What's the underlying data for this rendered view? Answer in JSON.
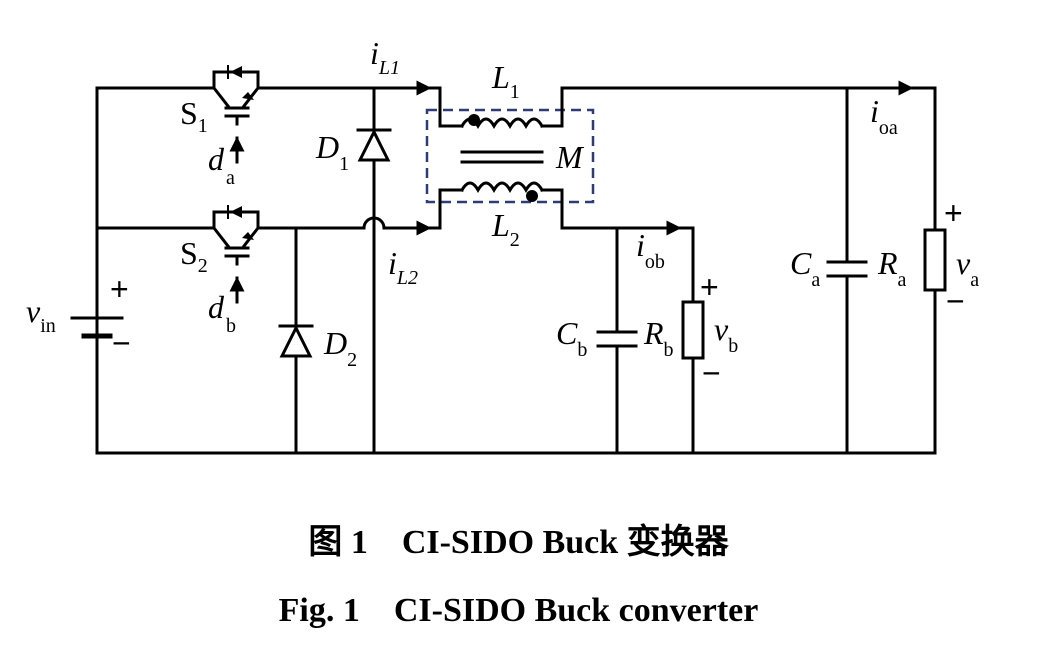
{
  "labels": {
    "s1": "S",
    "s1_sub": "1",
    "s2": "S",
    "s2_sub": "2",
    "da": "d",
    "da_sub": "a",
    "db": "d",
    "db_sub": "b",
    "d1": "D",
    "d1_sub": "1",
    "d2": "D",
    "d2_sub": "2",
    "vin": "v",
    "vin_sub": "in",
    "vin_plus": "+",
    "vin_minus": "−",
    "il1": "i",
    "il1_sub": "L1",
    "il2": "i",
    "il2_sub": "L2",
    "l1": "L",
    "l1_sub": "1",
    "l2": "L",
    "l2_sub": "2",
    "m": "M",
    "ioa": "i",
    "ioa_sub": "oa",
    "iob": "i",
    "iob_sub": "ob",
    "cb": "C",
    "cb_sub": "b",
    "rb": "R",
    "rb_sub": "b",
    "vb": "v",
    "vb_sub": "b",
    "vb_plus": "+",
    "vb_minus": "−",
    "ca": "C",
    "ca_sub": "a",
    "ra": "R",
    "ra_sub": "a",
    "va": "v",
    "va_sub": "a",
    "va_plus": "+",
    "va_minus": "−"
  },
  "caption": {
    "cn": "图 1　CI-SIDO Buck 变换器",
    "en": "Fig. 1　CI-SIDO Buck converter"
  },
  "colors": {
    "wire": "#000000",
    "coupling_box": "#2f3a78"
  }
}
